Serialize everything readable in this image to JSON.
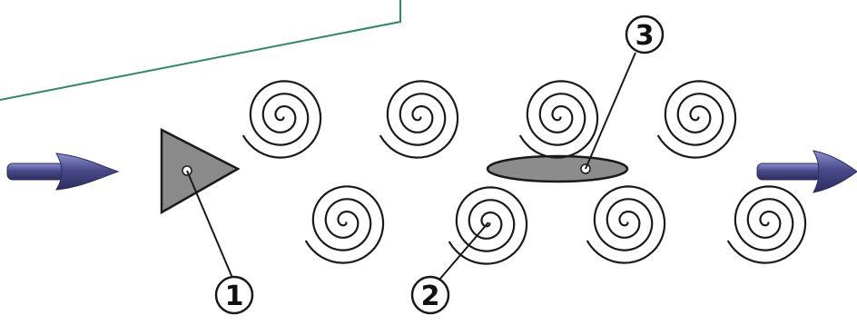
{
  "diagram": {
    "colors": {
      "frame_line": "#2e8a5e",
      "arrow_fill": "#4a4a8c",
      "arrow_highlight": "#9aa0d8",
      "triangle_fill": "#8a8a8a",
      "plate_fill": "#8c8c8c",
      "stroke": "#1a1a1a"
    },
    "icons": {
      "inlet_arrow": "flow-arrow-right-icon",
      "outlet_arrow": "flow-arrow-right-icon",
      "bluff_body": "triangle-icon",
      "vortex": "spiral-vortex-icon",
      "plate": "ellipse-plate-icon"
    },
    "vortex_count": 8,
    "callouts": [
      {
        "label": "1"
      },
      {
        "label": "2"
      },
      {
        "label": "3"
      }
    ]
  }
}
